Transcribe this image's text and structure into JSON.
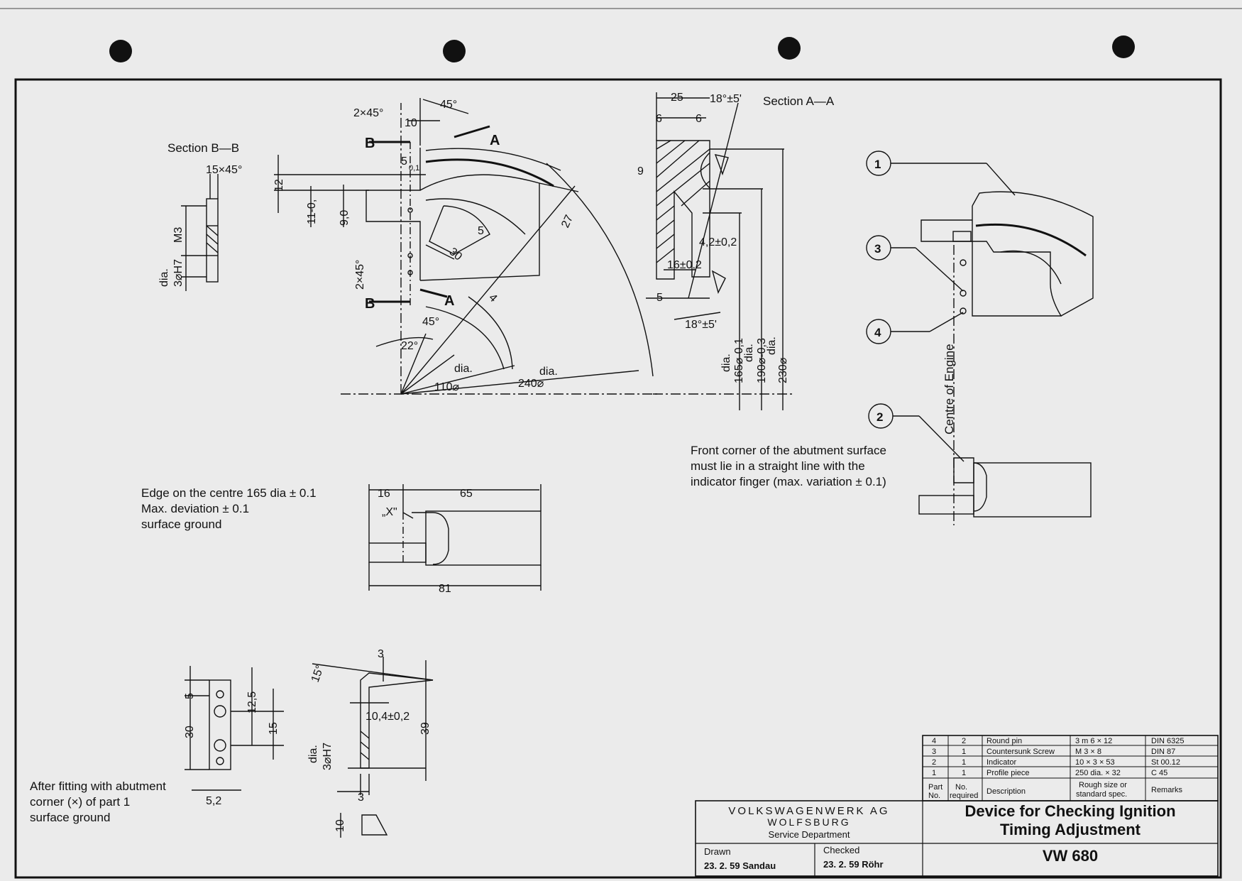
{
  "drawing": {
    "section_bb": "Section B—B",
    "section_aa": "Section A—A",
    "centre_of_engine": "Centre of Engine",
    "note_edge": [
      "Edge on the centre 165 dia ± 0.1",
      "Max. deviation ± 0.1",
      "surface ground"
    ],
    "note_front": [
      "Front corner of the abutment surface",
      "must lie in a straight line with the",
      "indicator finger (max. variation ± 0.1)"
    ],
    "note_after": [
      "After fitting with abutment",
      "corner (×) of part 1",
      "surface ground"
    ],
    "balloons": [
      "1",
      "3",
      "4",
      "2"
    ],
    "cut_labels": [
      "B",
      "B",
      "A",
      "A"
    ],
    "x_mark": "„X\"",
    "dims_bb": [
      "15×45°",
      "M3",
      "dia.",
      "3⌀H7"
    ],
    "dims_front": [
      "2×45°",
      "10",
      "45°",
      "5",
      "0,1",
      "12",
      "11-0,",
      "9,0",
      "2×45°",
      "5",
      "30",
      "27",
      "4",
      "45°",
      "22°",
      "dia.",
      "110⌀",
      "dia.",
      "240⌀"
    ],
    "dims_aa": [
      "25",
      "18°±5'",
      "6",
      "6",
      "9",
      "4,2±0,2",
      "16±0,2",
      "5",
      "18°±5'",
      "dia.",
      "165⌀-0,1",
      "dia.",
      "190⌀-0,3",
      "dia.",
      "230⌀"
    ],
    "dims_mid": [
      "16",
      "65",
      "81"
    ],
    "dims_lower": [
      "5",
      "12,5",
      "30",
      "15",
      "5,2",
      "3",
      "15°",
      "10,4±0,2",
      "39",
      "dia.",
      "3⌀H7",
      "3",
      "10"
    ]
  },
  "parts_list": {
    "rows": [
      {
        "part": "4",
        "req": "2",
        "desc": "Round pin",
        "size": "3 m 6 × 12",
        "remarks": "DIN 6325"
      },
      {
        "part": "3",
        "req": "1",
        "desc": "Countersunk Screw",
        "size": "M 3 × 8",
        "remarks": "DIN 87"
      },
      {
        "part": "2",
        "req": "1",
        "desc": "Indicator",
        "size": "10 × 3 × 53",
        "remarks": "St 00.12"
      },
      {
        "part": "1",
        "req": "1",
        "desc": "Profile piece",
        "size": "250 dia. × 32",
        "remarks": "C 45"
      }
    ],
    "headers": {
      "part": [
        "Part",
        "No."
      ],
      "req": [
        "No.",
        "required"
      ],
      "desc": "Description",
      "size": [
        "Rough size or",
        "standard spec."
      ],
      "remarks": "Remarks"
    }
  },
  "title_block": {
    "company": "VOLKSWAGENWERK AG",
    "city": "WOLFSBURG",
    "department": "Service Department",
    "drawn_label": "Drawn",
    "drawn_value": "23. 2. 59 Sandau",
    "checked_label": "Checked",
    "checked_value": "23. 2. 59 Röhr",
    "title_line1": "Device for Checking Ignition",
    "title_line2": "Timing Adjustment",
    "drawing_number": "VW 680"
  }
}
